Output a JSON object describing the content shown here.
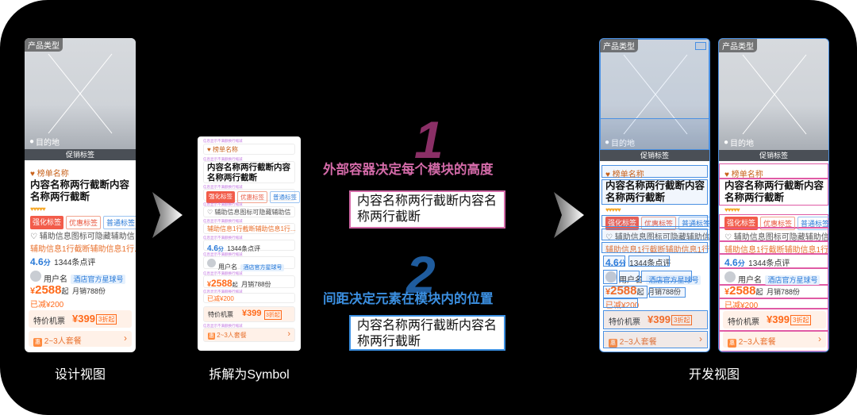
{
  "card": {
    "type_tag": "产品类型",
    "destination": "目的地",
    "promo": "促销标签",
    "rank": "榜单名称",
    "title": "内容名称两行截断内容名称两行截断",
    "stars": "♥♥♥♥♥",
    "tags": [
      "强化标签",
      "优惠标签",
      "普通标签"
    ],
    "aux_info": "辅助信息图标可隐藏辅助信",
    "aux_line": "辅助信息1行截断辅助信息1行...",
    "score": "4.6",
    "score_unit": "分",
    "review_count": "1344条点评",
    "user_name": "用户名",
    "hotel_badge": "酒店官方星球号",
    "price_symbol": "¥",
    "price": "2588",
    "price_suffix": "起",
    "monthly_sales": "月销788份",
    "saved": "已减¥200",
    "flight_label": "特价机票",
    "flight_price": "¥399",
    "flight_discount": "3折起",
    "package": "2~3人套餐",
    "package_icon": "惠",
    "chevron": "›"
  },
  "symbol_labels": [
    "信息显示不满额换行缩减",
    "信息显示不满额换行缩减",
    "信息显示不满额换行缩减",
    "信息显示不满额换行缩减",
    "信息显示不满额换行缩减",
    "信息显示不满额换行缩减",
    "信息显示不满额换行缩减",
    "信息显示不满额换行缩减",
    "信息显示不满额换行缩减",
    "信息显示不满额换行缩减"
  ],
  "captions": {
    "design": "设计视图",
    "symbol": "拆解为Symbol",
    "dev": "开发视图"
  },
  "principles": [
    {
      "number": "1",
      "text": "外部容器决定每个模块的高度",
      "color": "#d36aa8"
    },
    {
      "number": "2",
      "text": "间距决定元素在模块内的位置",
      "color": "#3b8fe0"
    }
  ],
  "demo_text": "内容名称两行截断内容名称两行截断",
  "colors": {
    "accent_orange": "#ff6a1a",
    "accent_blue": "#2a7ad8",
    "accent_pink": "#e05ba5",
    "background": "#000000"
  }
}
